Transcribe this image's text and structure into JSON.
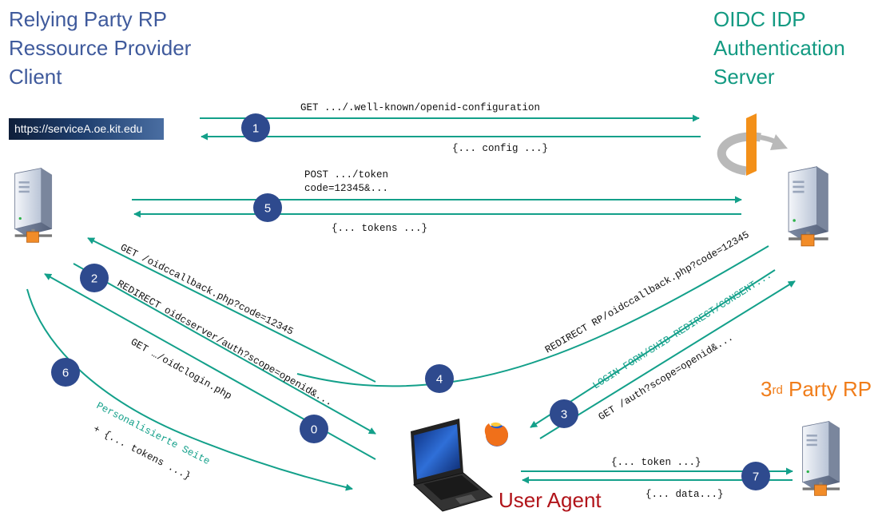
{
  "headings": {
    "rp": [
      "Relying Party RP",
      "Ressource Provider",
      "Client"
    ],
    "idp": [
      "OIDC IDP",
      "Authentication",
      "Server"
    ],
    "third_party_main": "3",
    "third_party_sup": "rd",
    "third_party_rest": " Party RP",
    "user_agent": "User Agent"
  },
  "url_bar": "https://serviceA.oe.kit.edu",
  "steps": {
    "s0": "0",
    "s1": "1",
    "s2": "2",
    "s3": "3",
    "s4": "4",
    "s5": "5",
    "s6": "6",
    "s7": "7"
  },
  "messages": {
    "m1_get": "GET .../.well-known/openid-configuration",
    "m1_resp": "{... config ...}",
    "m5_post": "POST .../token",
    "m5_code": "code=12345&...",
    "m5_resp": "{... tokens ...}",
    "m2_callback": "GET /oidccallback.php?code=12345",
    "m2_redirect": "REDIRECT oidcserver/auth?scope=openid&...",
    "m0_login": "GET …/oidclogin.php",
    "m6_page": "Personalisierte Seite",
    "m6_tokens": "+ {... tokens ...}",
    "m4_redirect": "REDIRECT RP/oidccallback.php?code=12345",
    "m3_login_form": "LOGIN-FORM/SHIB-REDIRECT/CONSENT...",
    "m3_auth": "GET /auth?scope=openid&...",
    "m7_token": "{... token ...}",
    "m7_data": "{... data...}"
  },
  "colors": {
    "teal": "#13a08a",
    "step_circle": "#2e4a8e",
    "rp_blue": "#3f5a9c",
    "idp_green": "#139a82",
    "third_orange": "#f07d1a",
    "ua_red": "#b1141a"
  },
  "icons": [
    "server-icon",
    "laptop-icon",
    "firefox-icon",
    "openid-logo"
  ]
}
